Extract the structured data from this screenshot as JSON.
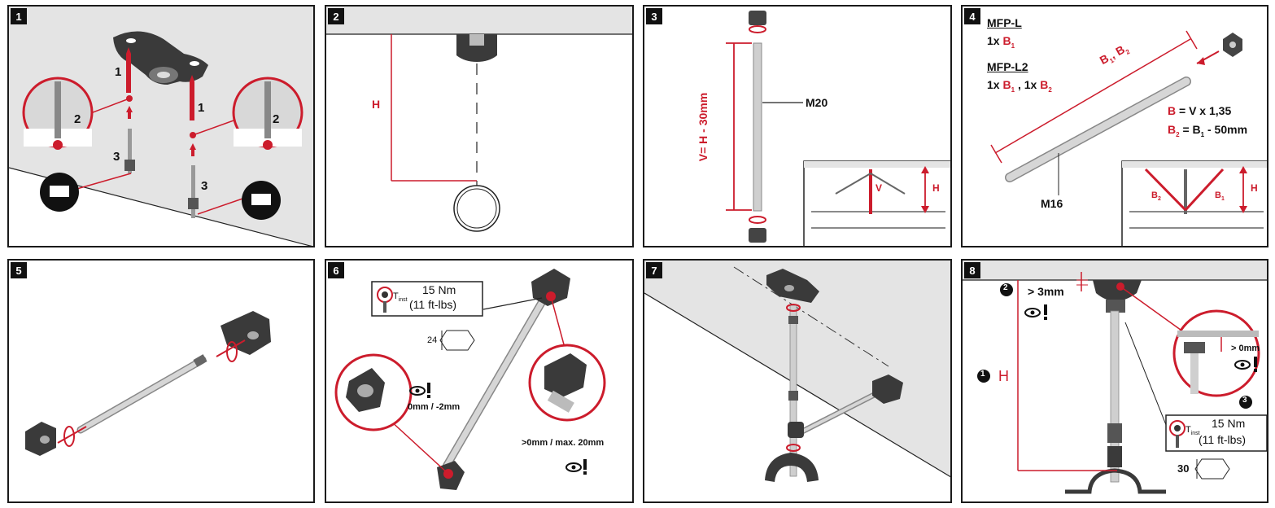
{
  "steps": [
    "1",
    "2",
    "3",
    "4",
    "5",
    "6",
    "7",
    "8"
  ],
  "colors": {
    "accent": "#cc1c2c",
    "frame": "#1a1a1a",
    "gray": "#e4e4e4",
    "rod": "#cfcfcf"
  },
  "icons": [
    "manual-icon",
    "eye-warning-icon",
    "torque-wrench-icon",
    "hex-nut-icon",
    "rotate-arrow-icon"
  ],
  "p1": {
    "n1": "1",
    "n2": "2",
    "n3": "3",
    "n1b": "1",
    "n2b": "2",
    "n3b": "3"
  },
  "p2": {
    "h": "H"
  },
  "p3": {
    "formula": "V= H - 30mm",
    "rod": "M20",
    "v": "V",
    "h": "H"
  },
  "p4": {
    "title1": "MFP-L",
    "qty1": "1x",
    "b": "B",
    "sub1": "1",
    "title2": "MFP-L2",
    "qty2": "1x",
    "comma": ",",
    "qty3": "1x",
    "sub2": "2",
    "diag_b": "B",
    "diag_sub1": "1",
    "diag_comma": ",",
    "diag_b2": "B",
    "diag_sub2": "2",
    "f1_b": "B",
    "f1_rest": "= V x 1,35",
    "f2_b1": "B",
    "f2_sub_top": "1",
    "f2_b2": "B",
    "f2_sub_bot": "2",
    "f2_mid": "= B",
    "f2_sub_mid": "1",
    "f2_rest": " - 50mm",
    "rod": "M16",
    "inset_b2": "B",
    "inset_b2_sub": "2",
    "inset_b1": "B",
    "inset_b1_sub": "1",
    "inset_h": "H"
  },
  "p6": {
    "torque": "15 Nm",
    "torque_imp": "(11 ft-lbs)",
    "tinst": "T",
    "tinst_sub": "inst",
    "wrench": "24",
    "gap1": "0mm / -2mm",
    "gap2": ">0mm / max. 20mm"
  },
  "p8": {
    "m2": "2",
    "gap": "> 3mm",
    "m1": "1",
    "h": "H",
    "m3": "3",
    "torque": "15 Nm",
    "torque_imp": "(11 ft-lbs)",
    "tinst": "T",
    "tinst_sub": "inst",
    "wrench": "30",
    "inset_gap": "> 0mm"
  }
}
